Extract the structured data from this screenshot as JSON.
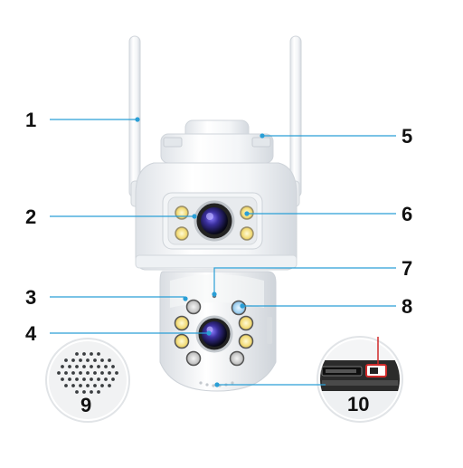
{
  "diagram": {
    "subject": "dual-lens PTZ security camera",
    "accent_color": "#2a9fd6",
    "callouts": [
      {
        "id": "1",
        "label": "1"
      },
      {
        "id": "2",
        "label": "2"
      },
      {
        "id": "3",
        "label": "3"
      },
      {
        "id": "4",
        "label": "4"
      },
      {
        "id": "5",
        "label": "5"
      },
      {
        "id": "6",
        "label": "6"
      },
      {
        "id": "7",
        "label": "7"
      },
      {
        "id": "8",
        "label": "8"
      },
      {
        "id": "9",
        "label": "9"
      },
      {
        "id": "10",
        "label": "10"
      }
    ]
  }
}
